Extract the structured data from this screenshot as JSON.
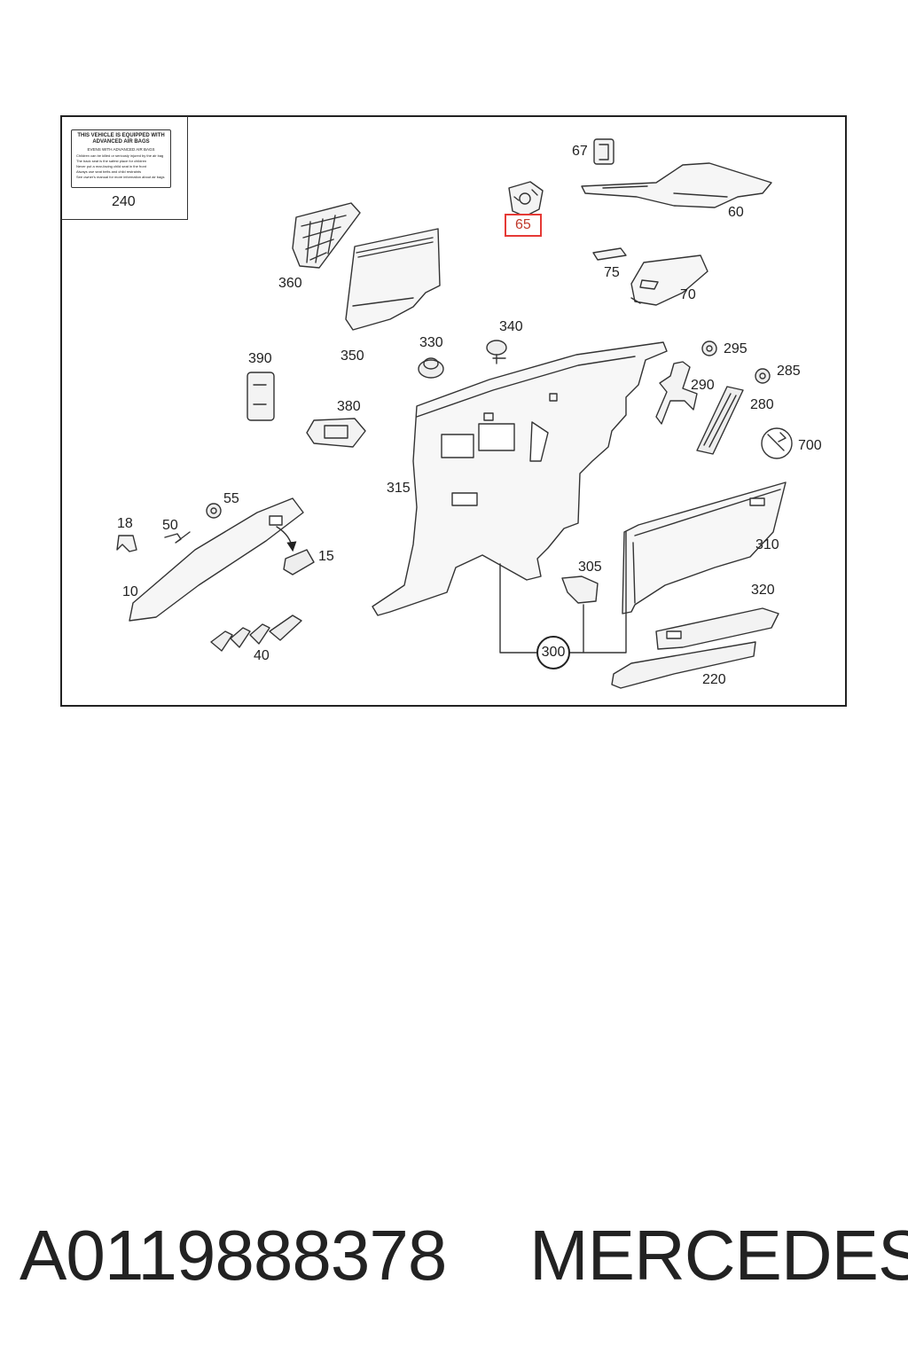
{
  "diagram": {
    "airbag_label": {
      "heading": "THIS VEHICLE IS EQUIPPED WITH ADVANCED AIR BAGS",
      "subheading": "EVENS WITH ADVANCED AIR BAGS",
      "bullets": [
        "Children can be killed or seriously injured by the air bag",
        "The back seat is the safest place for children",
        "Never put a rear-facing child seat in the front",
        "Always use seat belts and child restraints",
        "See owner's manual for more information about air bags"
      ]
    },
    "callouts": {
      "c240": "240",
      "c67": "67",
      "c65": "65",
      "c60": "60",
      "c360": "360",
      "c350": "350",
      "c75": "75",
      "c70": "70",
      "c340": "340",
      "c330": "330",
      "c295": "295",
      "c285": "285",
      "c290": "290",
      "c280": "280",
      "c390": "390",
      "c380": "380",
      "c700": "700",
      "c315": "315",
      "c55": "55",
      "c310": "310",
      "c18": "18",
      "c50": "50",
      "c15": "15",
      "c305": "305",
      "c320": "320",
      "c10": "10",
      "c300": "300",
      "c40": "40",
      "c220": "220"
    },
    "highlighted_part": "65",
    "highlight_color": "#e53935"
  },
  "footer": {
    "part_number": "A0119888378",
    "brand": "MERCEDES"
  }
}
